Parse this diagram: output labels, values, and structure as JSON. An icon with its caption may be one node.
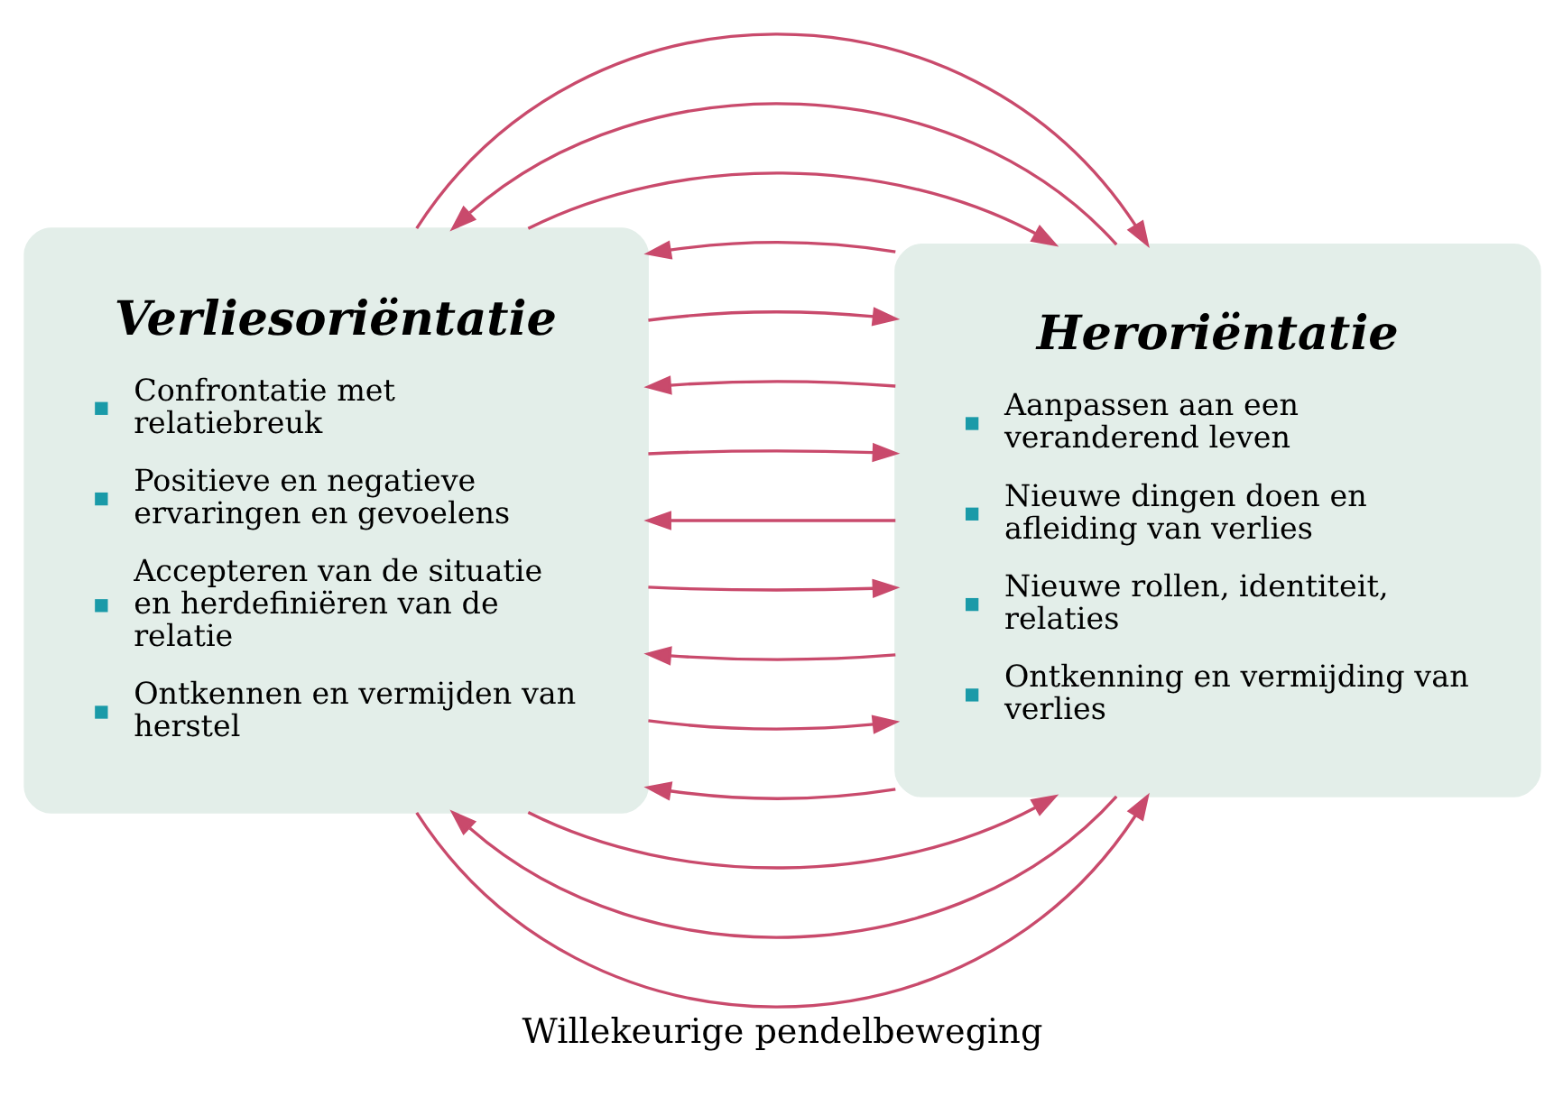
{
  "diagram": {
    "caption": "Willekeurige pendelbeweging",
    "nodes": [
      {
        "text": [
          "Verliesoriëntatie",
          "Confrontatie met relatiebreuk",
          "Positieve en negatieve ervaringen en gevoelens",
          "Accepteren van de situatie en herdefiniëren van de relatie",
          "Ontkennen en vermijden van herstel"
        ]
      },
      {
        "text": [
          "Heroriëntatie",
          "Aanpassen aan een veranderend leven",
          "Nieuwe dingen doen en afleiding van verlies",
          "Nieuwe rollen, identiteit, relaties",
          "Ontkenning en vermijding van verlies"
        ]
      }
    ],
    "edges": [
      {
        "from": 0,
        "to": 1,
        "arrow": "to"
      },
      {
        "from": 1,
        "to": 0,
        "arrow": "to"
      },
      {
        "from": 0,
        "to": 1,
        "arrow": "to"
      },
      {
        "from": 1,
        "to": 0,
        "arrow": "to"
      },
      {
        "from": 0,
        "to": 1,
        "arrow": "to"
      },
      {
        "from": 1,
        "to": 0,
        "arrow": "to"
      },
      {
        "from": 0,
        "to": 1,
        "arrow": "to"
      },
      {
        "from": 1,
        "to": 0,
        "arrow": "to"
      },
      {
        "from": 0,
        "to": 1,
        "arrow": "to"
      },
      {
        "from": 1,
        "to": 0,
        "arrow": "to"
      },
      {
        "from": 0,
        "to": 1,
        "arrow": "to"
      },
      {
        "from": 1,
        "to": 0,
        "arrow": "to"
      },
      {
        "from": 0,
        "to": 1,
        "arrow": "to"
      },
      {
        "from": 1,
        "to": 0,
        "arrow": "to"
      },
      {
        "from": 0,
        "to": 1,
        "arrow": "to"
      }
    ]
  }
}
